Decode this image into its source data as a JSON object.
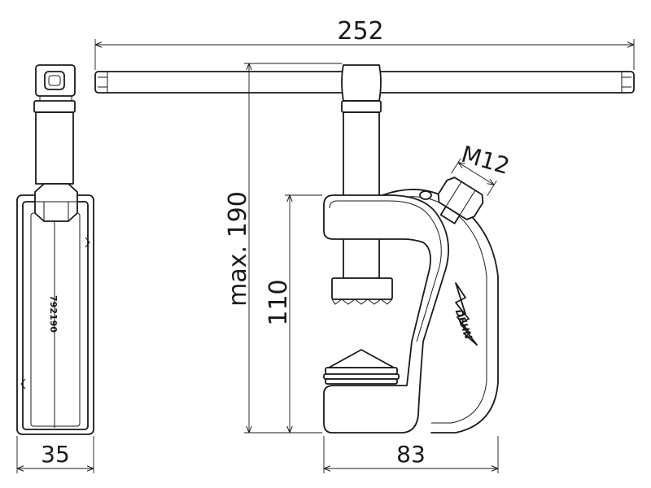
{
  "dimensions": {
    "total_width": "252",
    "max_height": "max. 190",
    "clamp_height": "110",
    "thread": "M12",
    "side_width": "35",
    "jaw_width": "83"
  },
  "markings": {
    "part_number": "792190",
    "brand_logo": "DEHN"
  }
}
